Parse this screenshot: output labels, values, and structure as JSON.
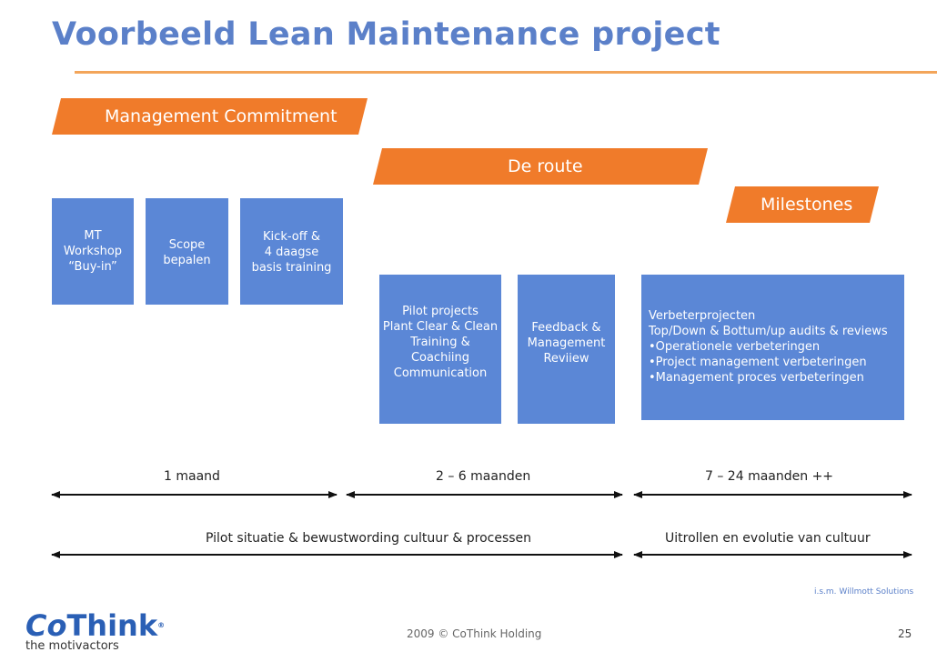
{
  "title": "Voorbeeld Lean Maintenance project",
  "banners": {
    "management": "Management Commitment",
    "route": "De route",
    "milestones": "Milestones"
  },
  "boxes": {
    "mt": "MT\nWorkshop\n“Buy-in”",
    "scope": "Scope\nbepalen",
    "kickoff": "Kick-off &\n4 daagse\nbasis training",
    "pilot": "Pilot projects\nPlant Clear & Clean\nTraining &\nCoachiing\nCommunication",
    "feedback": "Feedback &\nManagement\nReviiew",
    "verbeter": "Verbeterprojecten\nTop/Down & Bottum/up audits & reviews\n•Operationele verbeteringen\n•Project management verbeteringen\n•Management proces verbeteringen"
  },
  "timeline": {
    "phase1": "1 maand",
    "phase2": "2 – 6 maanden",
    "phase3": "7 – 24 maanden ++",
    "long1": "Pilot situatie & bewustwording cultuur & processen",
    "long2": "Uitrollen en evolutie van cultuur"
  },
  "credit": "i.s.m. Willmott Solutions",
  "footer": {
    "copyright": "2009 © CoThink Holding",
    "page": "25"
  },
  "logo": {
    "co": "Co",
    "think": "Think",
    "reg": "®",
    "tagline": "the motivactors"
  },
  "colors": {
    "title": "#5b80c9",
    "banner": "#f07b2a",
    "box": "#5b87d6",
    "rule": "#f3a55a"
  }
}
